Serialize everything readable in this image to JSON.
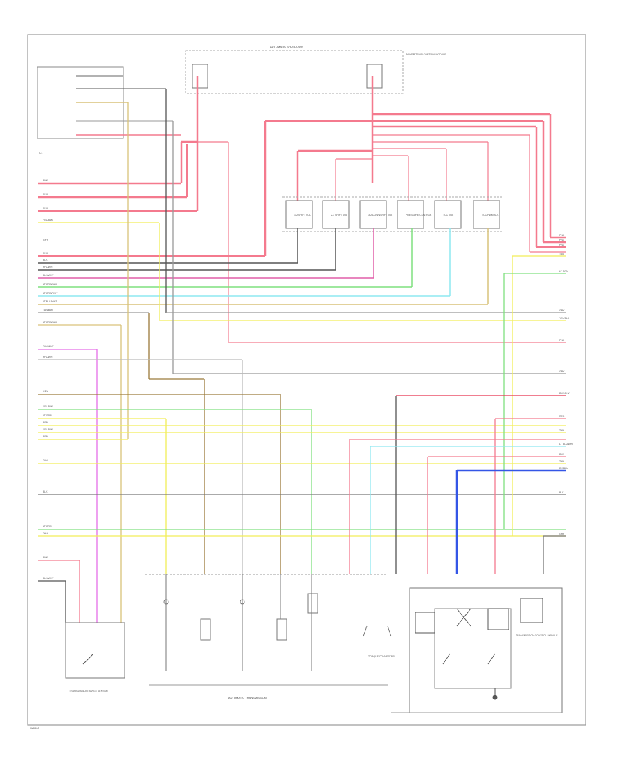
{
  "footer_code": "W0000",
  "colors": {
    "pink": "#f47a8e",
    "red": "#e8324e",
    "yellow": "#f2ee58",
    "tan": "#d9c27a",
    "green": "#7fe07f",
    "ltblue": "#8ee8f0",
    "blue": "#3456e6",
    "violet": "#e56ee8",
    "gray": "#999999",
    "black": "#555555",
    "brown": "#9a7a3a"
  },
  "components": {
    "fuse_block": "AUTOMATIC SHUTDOWN",
    "relay_box": "POWER TRAIN CONTROL MODULE",
    "bottom_left": "TRANSMISSION RANGE SENSOR",
    "auto_trans": "AUTOMATIC TRANSMISSION",
    "right_module": "TRANSMISSION CONTROL MODULE",
    "tcc_solenoid": "TORQUE CONVERTER",
    "left_connector": "C1",
    "solenoid_labels": [
      "1-2 SHIFT SOL",
      "2-3 SHIFT SOL",
      "3-2 DOWNSHIFT SOL",
      "PRESSURE CONTROL",
      "TCC SOL",
      "TCC PWM SOL"
    ]
  },
  "left_wire_labels": [
    "PNK",
    "PNK",
    "PNK",
    "YEL/BLK",
    "GRY",
    "PNK",
    "BLK",
    "PPL/WHT",
    "BLK/WHT",
    "LT GRN/BLK",
    "LT GRN/WHT",
    "LT BLU/WHT",
    "TAN/BLK",
    "LT GRN/BLK",
    "TAN/WHT",
    "PPL/WHT",
    "GRY",
    "YEL/BLK",
    "LT GRN",
    "BRN",
    "YEL/BLK",
    "BRN",
    "TAN",
    "BLK",
    "LT GRN",
    "TAN",
    "PNK",
    "BLK/WHT"
  ],
  "right_wire_labels": [
    "PNK",
    "PNK",
    "PNK",
    "TAN",
    "LT GRN",
    "GRY",
    "YEL/BLK",
    "PNK",
    "GRY",
    "PNK/BLK",
    "RED",
    "TAN",
    "LT BLU/WHT",
    "PNK",
    "TAN",
    "DK BLU",
    "BLK",
    "GRY"
  ]
}
